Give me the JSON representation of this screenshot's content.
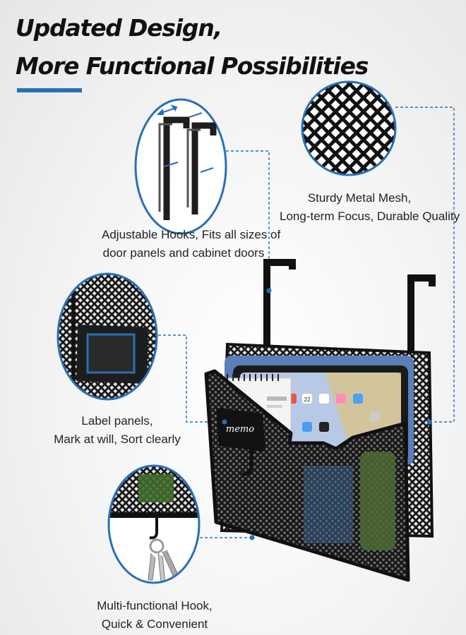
{
  "colors": {
    "accent": "#2a6fb5",
    "metal": "#1b1b1b",
    "background": "#f2f2f2"
  },
  "heading": {
    "line1": "Updated Design,",
    "line2": "More Functional Possibilities"
  },
  "features": {
    "hooks": {
      "line1": "Adjustable Hooks, Fits all sizes of",
      "line2": "door panels and cabinet doors"
    },
    "mesh": {
      "line1": "Sturdy Metal Mesh,",
      "line2": "Long-term Focus, Durable Quality"
    },
    "label": {
      "line1": "Label panels,",
      "line2": "Mark at will, Sort clearly"
    },
    "hook": {
      "line1": "Multi-functional Hook,",
      "line2": "Quick & Convenient"
    }
  },
  "product": {
    "memo_text": "memo",
    "tablet_date": "22"
  }
}
